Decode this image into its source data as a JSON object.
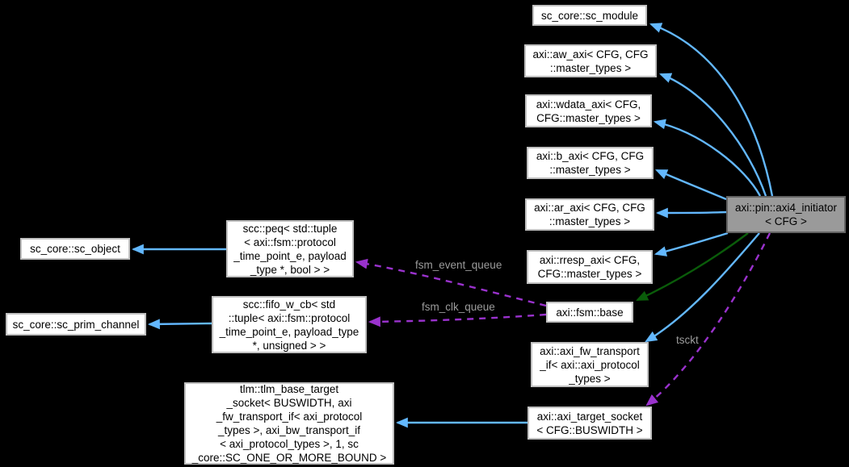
{
  "colors": {
    "background": "#000000",
    "node_fill": "#ffffff",
    "node_border": "#c0c0c0",
    "node_text": "#000000",
    "highlight_node_fill": "#9a9a9a",
    "highlight_node_border": "#636363",
    "inheritance_arrow": "#63b8ff",
    "protected_inheritance_arrow": "#0a5c0a",
    "usage_arrow": "#9a32cd",
    "edge_label_text": "#9c9c9c"
  },
  "nodes": {
    "sc_module": {
      "label": "sc_core::sc_module"
    },
    "aw_axi": {
      "label": "axi::aw_axi< CFG, CFG\n::master_types >"
    },
    "wdata_axi": {
      "label": "axi::wdata_axi< CFG,\nCFG::master_types >"
    },
    "b_axi": {
      "label": "axi::b_axi< CFG, CFG\n::master_types >"
    },
    "ar_axi": {
      "label": "axi::ar_axi< CFG, CFG\n::master_types >"
    },
    "rresp_axi": {
      "label": "axi::rresp_axi< CFG,\nCFG::master_types >"
    },
    "axi4_initiator": {
      "label": "axi::pin::axi4_initiator\n< CFG >"
    },
    "fsm_base": {
      "label": "axi::fsm::base"
    },
    "axi_fw_transport_if": {
      "label": "axi::axi_fw_transport\n_if< axi::axi_protocol\n_types >"
    },
    "axi_target_socket": {
      "label": "axi::axi_target_socket\n< CFG::BUSWIDTH >"
    },
    "sc_object": {
      "label": "sc_core::sc_object"
    },
    "peq": {
      "label": "scc::peq< std::tuple\n< axi::fsm::protocol\n_time_point_e, payload\n_type *, bool > >"
    },
    "sc_prim_channel": {
      "label": "sc_core::sc_prim_channel"
    },
    "fifo_w_cb": {
      "label": "scc::fifo_w_cb< std\n::tuple< axi::fsm::protocol\n_time_point_e, payload_type\n*, unsigned > >"
    },
    "tlm_base_target_socket": {
      "label": "tlm::tlm_base_target\n_socket< BUSWIDTH, axi\n_fw_transport_if< axi_protocol\n_types >, axi_bw_transport_if\n< axi_protocol_types >, 1, sc\n_core::SC_ONE_OR_MORE_BOUND >"
    }
  },
  "edge_labels": {
    "fsm_event_queue": "fsm_event_queue",
    "fsm_clk_queue": "fsm_clk_queue",
    "tsckt": "tsckt"
  }
}
